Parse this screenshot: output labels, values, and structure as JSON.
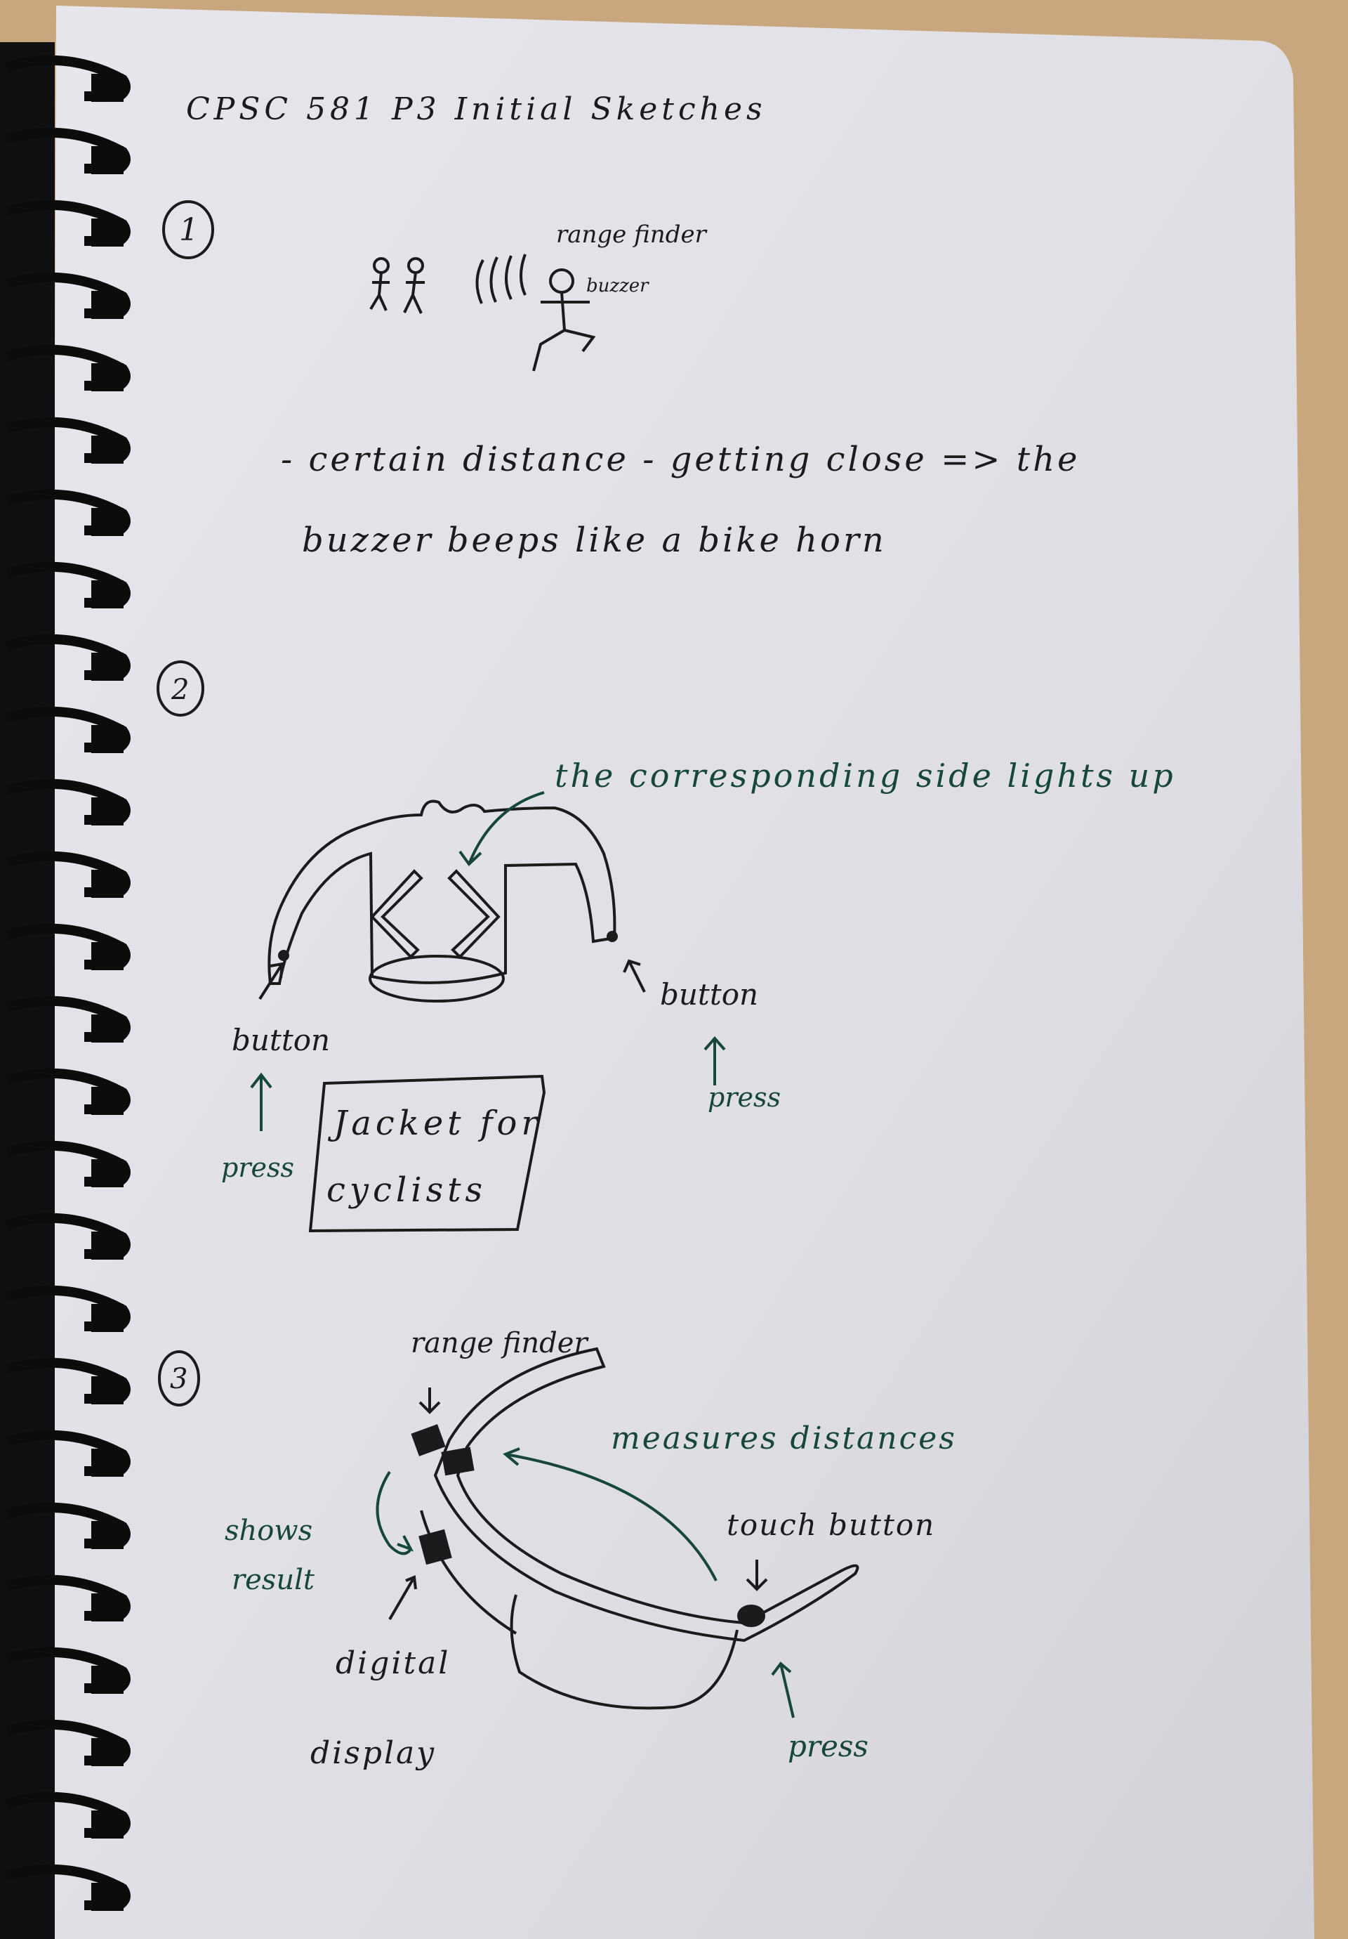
{
  "title": "CPSC 581 P3 Initial Sketches",
  "sketch1": {
    "number": "1",
    "label_device": "range finder",
    "label_buzzer": "buzzer",
    "note_line1": "- certain distance - getting close => the",
    "note_line2": "buzzer beeps like a bike horn"
  },
  "sketch2": {
    "number": "2",
    "arrow_note": "the corresponding side lights up",
    "left_button": "button",
    "right_button": "button",
    "left_press": "press",
    "right_press": "press",
    "box_line1": "Jacket for",
    "box_line2": "cyclists"
  },
  "sketch3": {
    "number": "3",
    "range_finder": "range finder",
    "measures": "measures distances",
    "touch_button": "touch button",
    "shows_line1": "shows",
    "shows_line2": "result",
    "display_line1": "digital",
    "display_line2": "display",
    "press": "press"
  },
  "colors": {
    "paper": "#e2e2e8",
    "ink": "#1b1b1e",
    "green_ink": "#17463a",
    "wood": "#c9a77e",
    "spiral": "#111111"
  }
}
